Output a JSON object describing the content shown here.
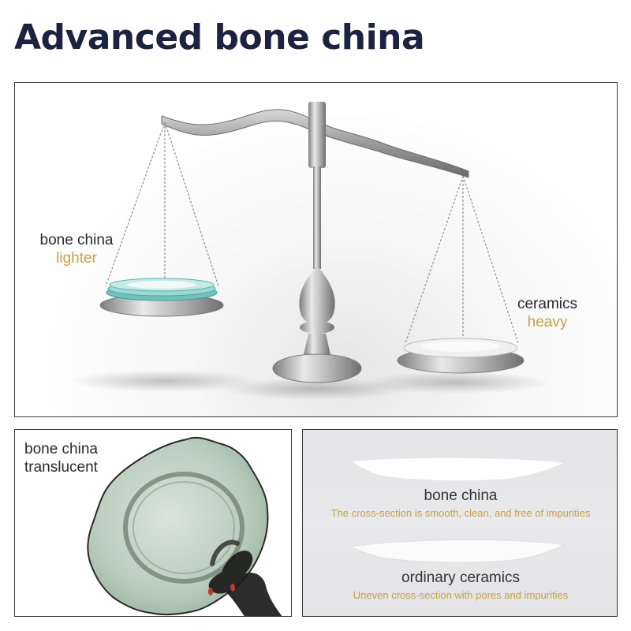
{
  "title": "Advanced bone china",
  "scale": {
    "left": {
      "name": "bone china",
      "qualifier": "lighter"
    },
    "right": {
      "name": "ceramics",
      "qualifier": "heavy"
    }
  },
  "translucent": {
    "line1": "bone china",
    "line2": "translucent"
  },
  "cross_section": {
    "top": {
      "name": "bone china",
      "note": "The cross-section is smooth, clean, and free of impurities"
    },
    "bottom": {
      "name": "ordinary ceramics",
      "note": "Uneven cross-section with pores and impurities"
    }
  },
  "colors": {
    "title": "#1c2340",
    "accent_gold": "#c7a04a",
    "border": "#3a3a3a"
  }
}
